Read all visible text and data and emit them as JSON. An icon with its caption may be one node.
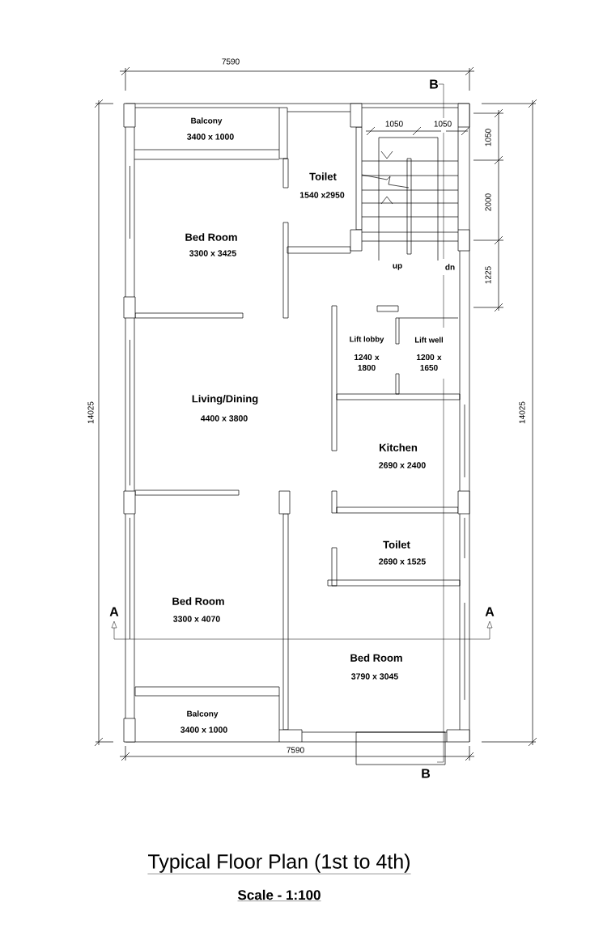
{
  "diagram": {
    "title": "Typical Floor Plan (1st to 4th)",
    "caption": "Scale - 1:100",
    "labels": [
      "7590",
      "B",
      "Balcony",
      "3400 x 1000",
      "1050",
      "1050",
      "1050",
      "Toilet",
      "1540 x2950",
      "2000",
      "Bed Room",
      "3300 x 3425",
      "up",
      "dn",
      "1225",
      "Lift lobby",
      "1240 x 1800",
      "Lift well",
      "1200 x 1650",
      "14025",
      "Living/Dining",
      "4400 x 3800",
      "14025",
      "Kitchen",
      "2690 x 2400",
      "Toilet",
      "2690 x 1525",
      "A",
      "A",
      "Bed Room",
      "3300 x 4070",
      "Bed Room",
      "3790 x 3045",
      "Balcony",
      "3400 x 1000",
      "7590",
      "B"
    ]
  }
}
